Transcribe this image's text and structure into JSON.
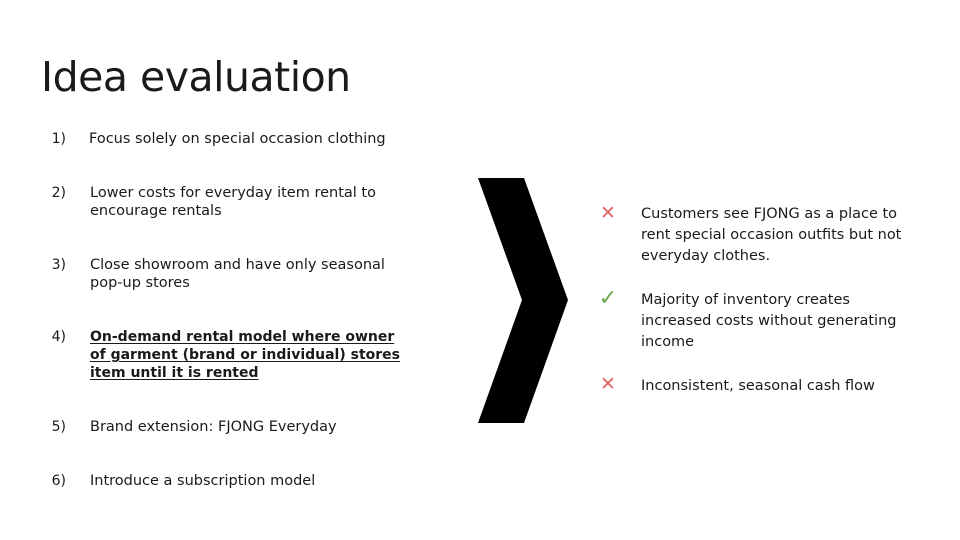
{
  "slide": {
    "title": "Idea evaluation"
  },
  "ideas": [
    {
      "num": "1)",
      "text": "Focus solely on special occasion clothing",
      "highlighted": false
    },
    {
      "num": "2)",
      "text": "Lower costs for everyday item rental to encourage rentals",
      "highlighted": false
    },
    {
      "num": "3)",
      "text": "Close showroom and have only seasonal pop-up stores",
      "highlighted": false
    },
    {
      "num": "4)",
      "text": "On-demand rental model where owner of garment (brand or individual) stores item until it is rented",
      "highlighted": true
    },
    {
      "num": "5)",
      "text": "Brand extension: FJONG Everyday",
      "highlighted": false
    },
    {
      "num": "6)",
      "text": "Introduce a subscription model",
      "highlighted": false
    }
  ],
  "findings": [
    {
      "status": "cross",
      "icon": "cross-icon",
      "color": "#e06666",
      "text": "Customers see FJONG as a place to rent special occasion outfits but not everyday clothes."
    },
    {
      "status": "check",
      "icon": "check-icon",
      "color": "#6aa84f",
      "text": "Majority of inventory creates increased costs without generating income"
    },
    {
      "status": "cross",
      "icon": "cross-icon",
      "color": "#e06666",
      "text": "Inconsistent, seasonal cash flow"
    }
  ]
}
